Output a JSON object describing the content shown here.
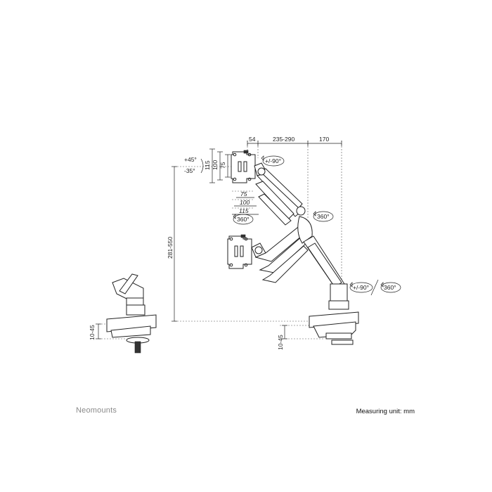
{
  "brand": "Neomounts",
  "measuring_unit": "Measuring unit: mm",
  "dimensions": {
    "offset_54": "54",
    "reach_235_290": "235-290",
    "depth_170": "170",
    "tilt_up": "+45°",
    "tilt_down": "-35°",
    "vesa_115": "115",
    "vesa_100": "100",
    "vesa_75": "75",
    "vesa_h_75": "75",
    "vesa_h_100": "100",
    "vesa_h_115": "115",
    "height_281_550": "281-550",
    "clamp_left": "10-45",
    "clamp_right": "10-45"
  },
  "rotations": {
    "rotate_90_top": "+/-90°",
    "swivel_360_arm": "360°",
    "swivel_360_left": "360°",
    "rotate_90_base": "+/-90°",
    "swivel_360_base": "360°"
  }
}
